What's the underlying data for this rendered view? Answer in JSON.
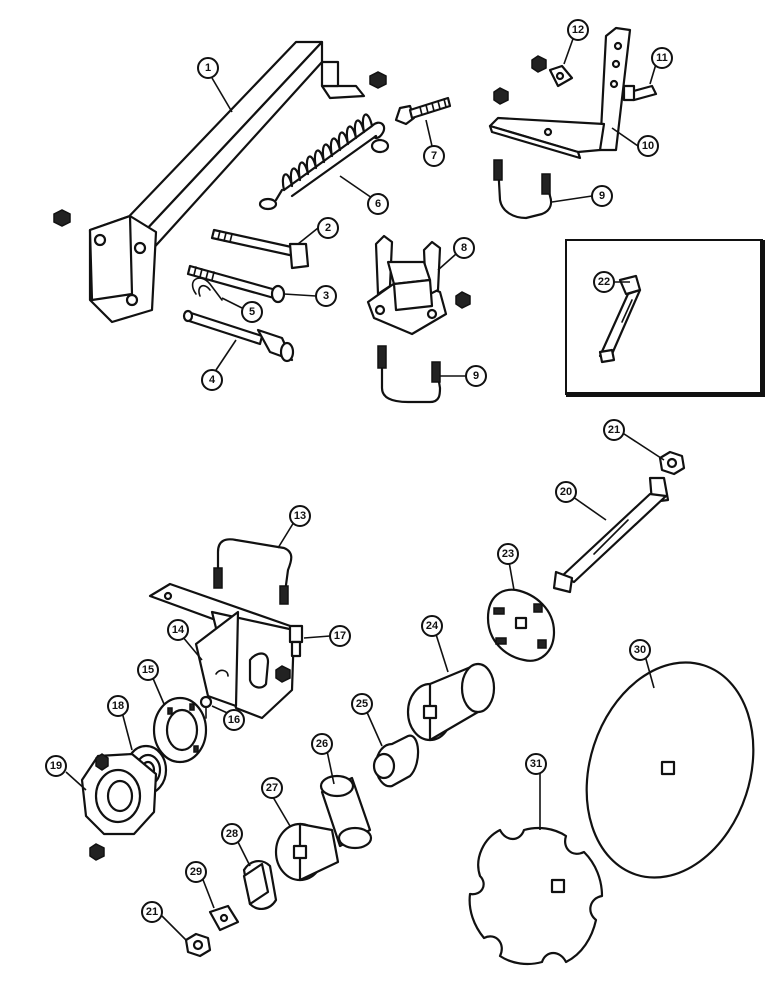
{
  "callouts": [
    {
      "id": "c1",
      "label": "1"
    },
    {
      "id": "c2",
      "label": "2"
    },
    {
      "id": "c3",
      "label": "3"
    },
    {
      "id": "c4",
      "label": "4"
    },
    {
      "id": "c5",
      "label": "5"
    },
    {
      "id": "c6",
      "label": "6"
    },
    {
      "id": "c7",
      "label": "7"
    },
    {
      "id": "c8",
      "label": "8"
    },
    {
      "id": "c9a",
      "label": "9"
    },
    {
      "id": "c9b",
      "label": "9"
    },
    {
      "id": "c10",
      "label": "10"
    },
    {
      "id": "c11",
      "label": "11"
    },
    {
      "id": "c12",
      "label": "12"
    },
    {
      "id": "c13",
      "label": "13"
    },
    {
      "id": "c14",
      "label": "14"
    },
    {
      "id": "c15",
      "label": "15"
    },
    {
      "id": "c16",
      "label": "16"
    },
    {
      "id": "c17",
      "label": "17"
    },
    {
      "id": "c18",
      "label": "18"
    },
    {
      "id": "c19",
      "label": "19"
    },
    {
      "id": "c20",
      "label": "20"
    },
    {
      "id": "c21a",
      "label": "21"
    },
    {
      "id": "c21b",
      "label": "21"
    },
    {
      "id": "c22",
      "label": "22"
    },
    {
      "id": "c23",
      "label": "23"
    },
    {
      "id": "c24",
      "label": "24"
    },
    {
      "id": "c25",
      "label": "25"
    },
    {
      "id": "c26",
      "label": "26"
    },
    {
      "id": "c27",
      "label": "27"
    },
    {
      "id": "c28",
      "label": "28"
    },
    {
      "id": "c29",
      "label": "29"
    },
    {
      "id": "c30",
      "label": "30"
    },
    {
      "id": "c31",
      "label": "31"
    }
  ]
}
